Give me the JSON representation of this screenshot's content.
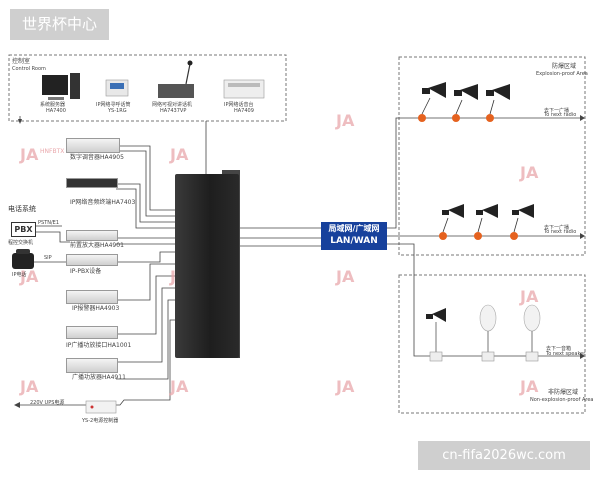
{
  "header": {
    "title": "世界杯中心"
  },
  "footer": {
    "url": "cn-fifa2026wc.com"
  },
  "control_room": {
    "label_cn": "控制室",
    "label_en": "Control Room",
    "devices": [
      {
        "name": "系统服务器",
        "model": "HA7400"
      },
      {
        "name": "IP网络寻呼话筒",
        "model": "YS-1RG"
      },
      {
        "name": "网络可视对讲话机",
        "model": "HA7437VP"
      },
      {
        "name": "IP网络话音台",
        "model": "HA7409"
      }
    ]
  },
  "rack_devices": [
    {
      "label": "数字调音器HA4905"
    },
    {
      "label": "IP网络音频终端HA7403"
    }
  ],
  "phone_system": {
    "label": "电话系统",
    "pbx": "PBX",
    "pstn": "PSTN/E1",
    "pbx_desc": "程控交换机",
    "sip": "SIP",
    "ip_phone": "IP电话"
  },
  "front_devices": [
    {
      "label": "前置放大器HA4901"
    },
    {
      "label": "IP-PBX设备"
    },
    {
      "label": "IP报警器HA4903"
    },
    {
      "label": "IP广播功放接口HA1001"
    },
    {
      "label": "广播功放器HA4911"
    }
  ],
  "power": {
    "ups": "220V UPS电源",
    "controller": "YS-2电源控制器"
  },
  "lan": {
    "line1": "局域网/广域网",
    "line2": "LAN/WAN"
  },
  "explosion_zone": {
    "title_cn": "防爆区域",
    "title_en": "Explosion-proof Area",
    "tweeter_label_cn": "去下一广播",
    "tweeter_label_en": "To next radio"
  },
  "nonexplosion_zone": {
    "title_cn": "非防爆区域",
    "title_en": "Non-explosion-proof Area",
    "speaker_label_cn": "去下一音箱",
    "speaker_label_en": "To next speaker"
  },
  "watermark": {
    "text": "HNFBTX"
  },
  "colors": {
    "lan": "#17419c",
    "badge": "#cfcfcf",
    "dash": "#777777",
    "orange": "#e5621f"
  }
}
